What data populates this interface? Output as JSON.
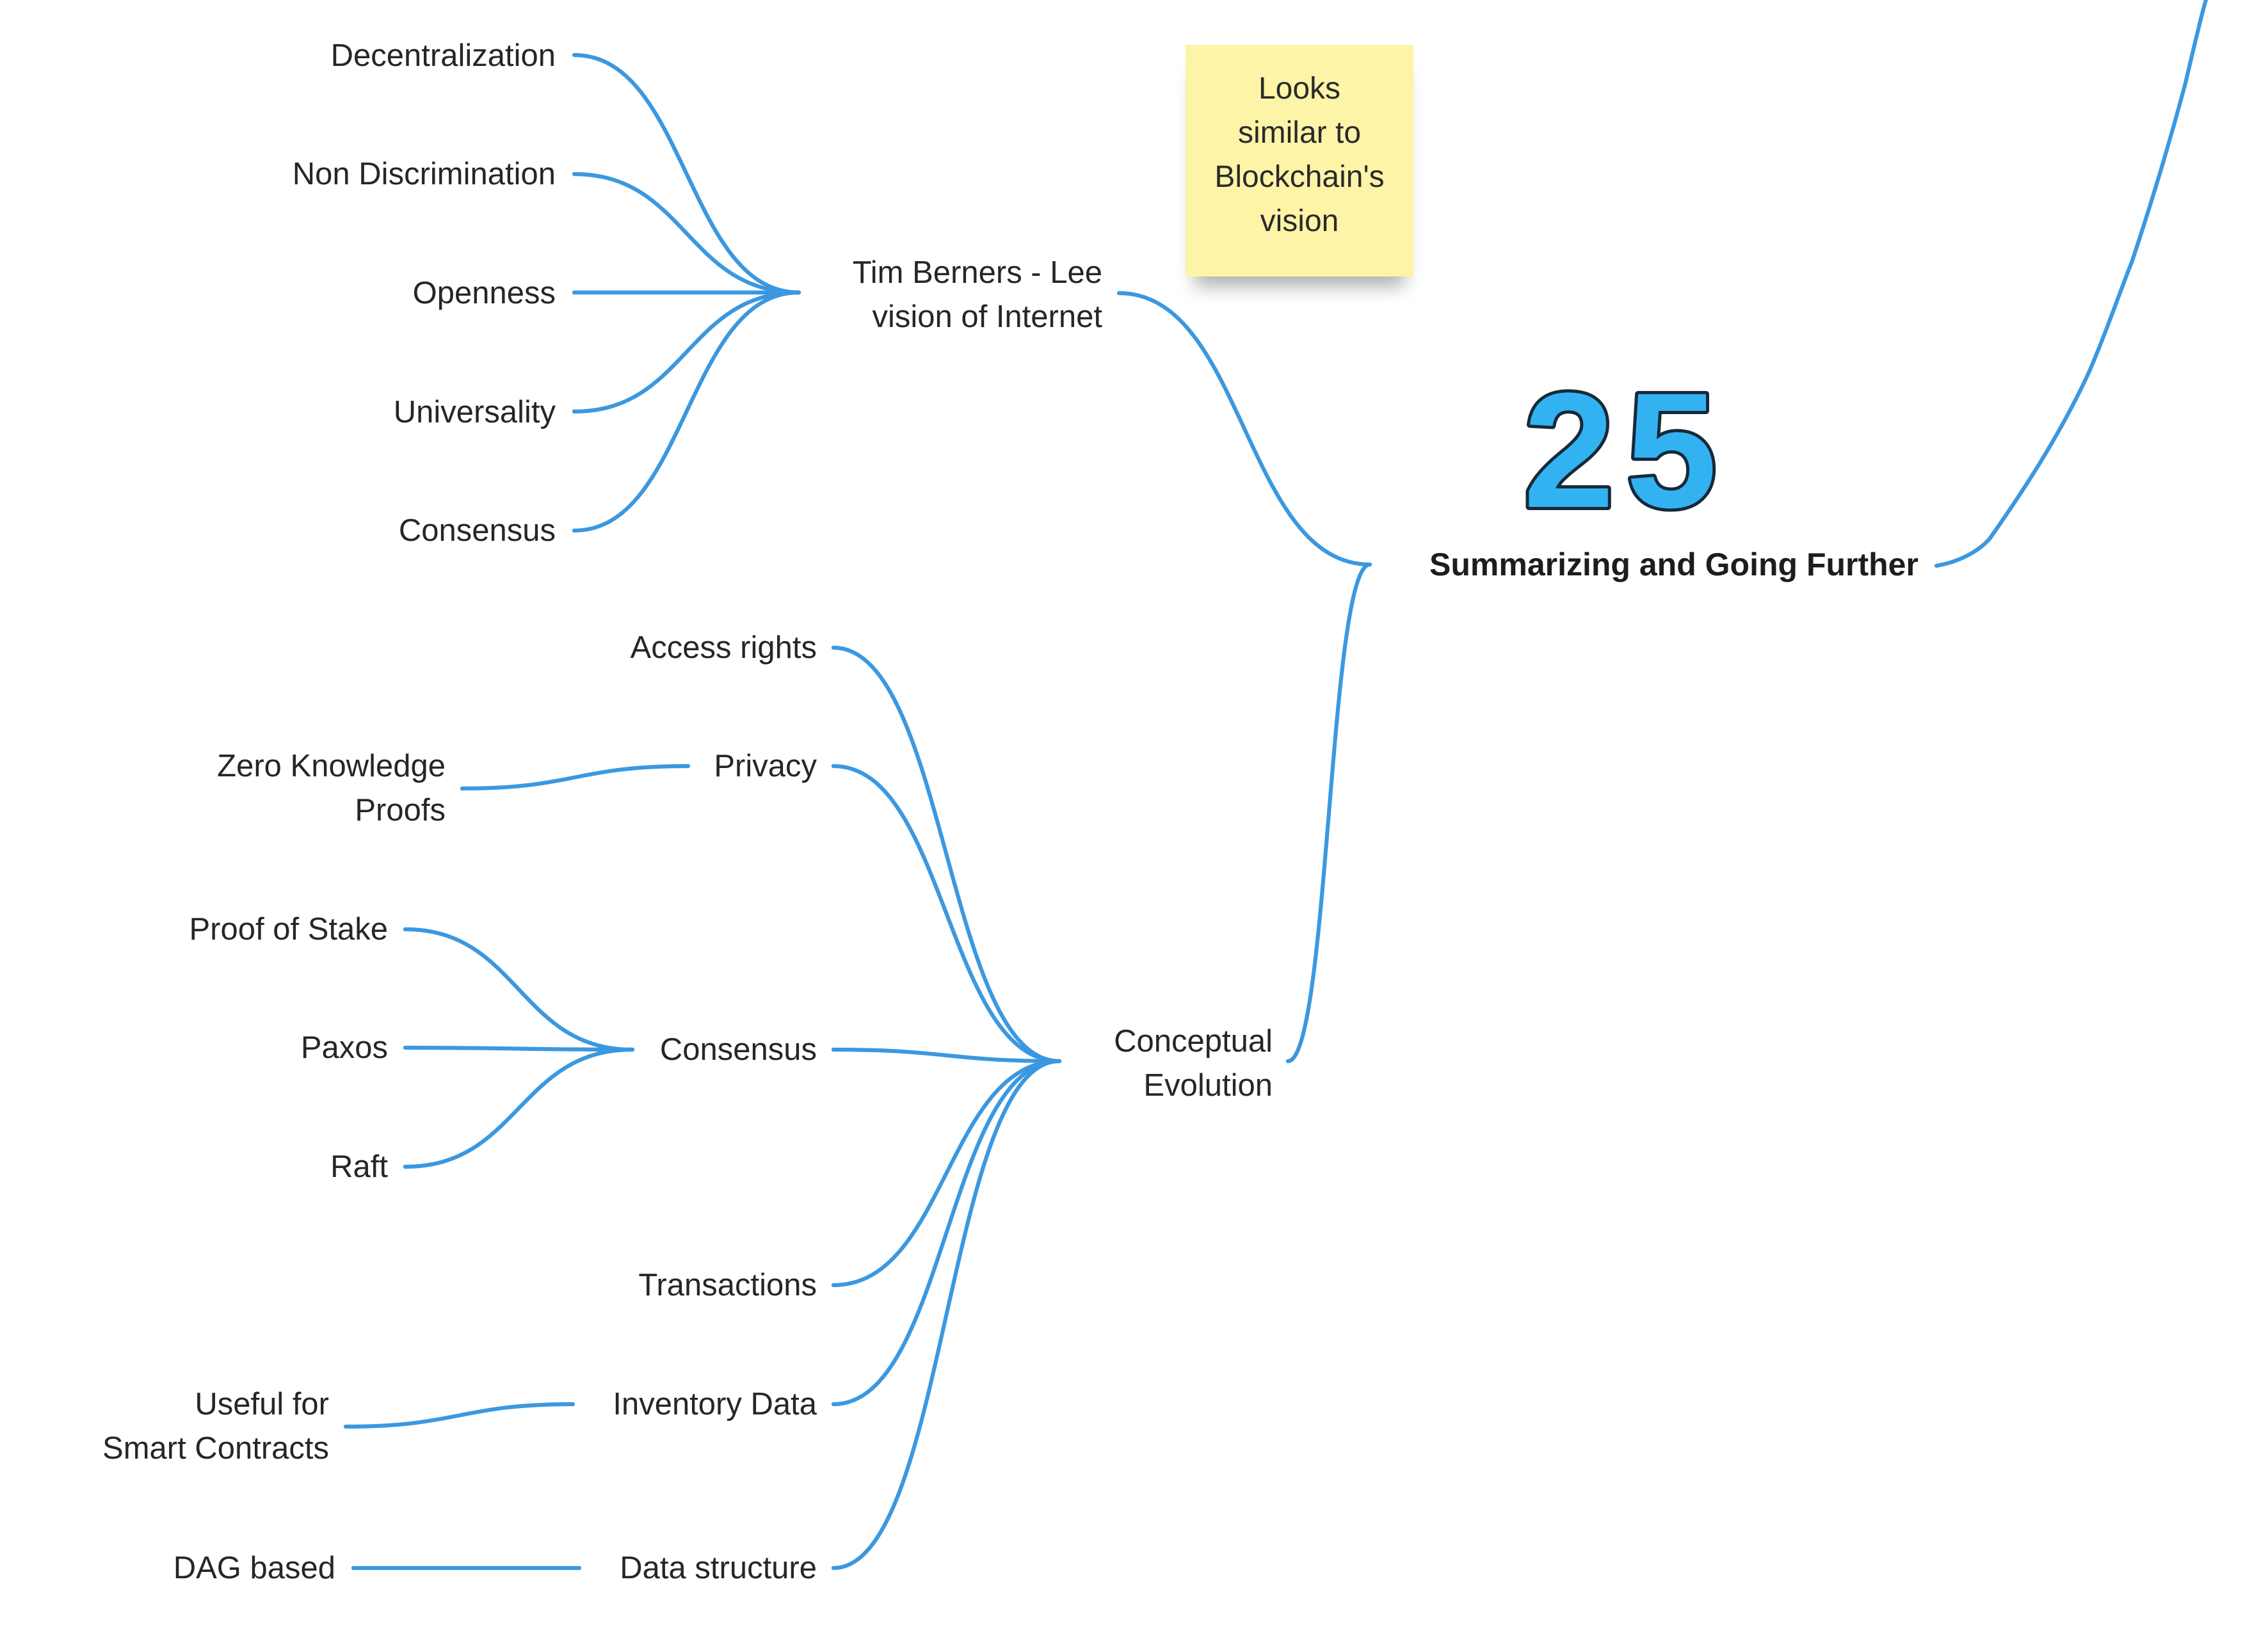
{
  "colors": {
    "edge": "#3b98e0",
    "badge_fill": "#33b2f2",
    "badge_outline": "#15293a",
    "sticky": "#fdf4a7",
    "text": "#262626"
  },
  "badge": {
    "number": "25",
    "icon": "number-badge-icon"
  },
  "sticky_note": {
    "text": "Looks\nsimilar to\nBlockchain's\nvision"
  },
  "root": {
    "label": "Summarizing and Going Further"
  },
  "tim": {
    "label": "Tim Berners - Lee\nvision of Internet",
    "children": [
      {
        "label": "Decentralization"
      },
      {
        "label": "Non Discrimination"
      },
      {
        "label": "Openness"
      },
      {
        "label": "Universality"
      },
      {
        "label": "Consensus"
      }
    ]
  },
  "evo": {
    "label": "Conceptual\nEvolution",
    "children": [
      {
        "label": "Access rights"
      },
      {
        "label": "Privacy",
        "children": [
          {
            "label": "Zero Knowledge\nProofs"
          }
        ]
      },
      {
        "label": "Consensus",
        "children": [
          {
            "label": "Proof of Stake"
          },
          {
            "label": "Paxos"
          },
          {
            "label": "Raft"
          }
        ]
      },
      {
        "label": "Transactions"
      },
      {
        "label": "Inventory Data",
        "children": [
          {
            "label": "Useful for\nSmart Contracts"
          }
        ]
      },
      {
        "label": "Data structure",
        "children": [
          {
            "label": "DAG based"
          }
        ]
      }
    ]
  }
}
